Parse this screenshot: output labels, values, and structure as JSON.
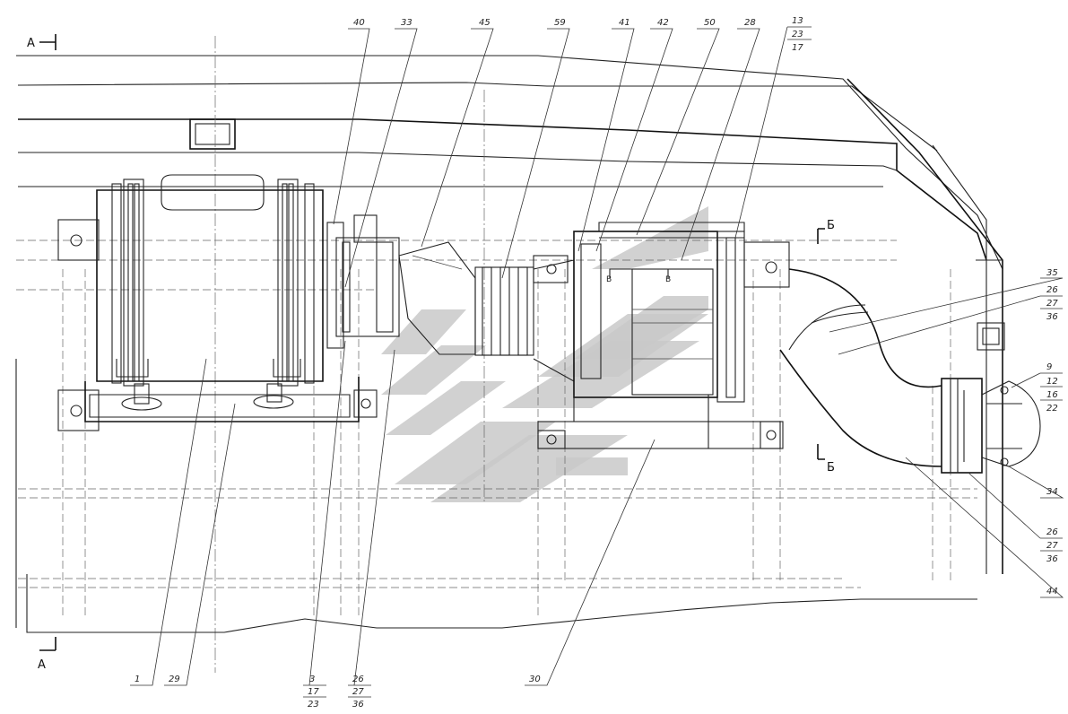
{
  "section_marks": {
    "top_left": "А",
    "bottom_left": "А",
    "right_top": "Б",
    "right_bottom": "Б",
    "detail_b1": "В",
    "detail_b2": "В"
  },
  "callouts_top": [
    "40",
    "33",
    "45",
    "59",
    "41",
    "42",
    "50",
    "28"
  ],
  "callout_top_stack": [
    "13",
    "23",
    "17"
  ],
  "callouts_right": [
    {
      "id": "r1",
      "items": [
        "35"
      ]
    },
    {
      "id": "r2",
      "items": [
        "26",
        "27",
        "36"
      ]
    },
    {
      "id": "r3",
      "items": [
        "9",
        "12",
        "16",
        "22"
      ]
    },
    {
      "id": "r4",
      "items": [
        "34"
      ]
    },
    {
      "id": "r5",
      "items": [
        "26",
        "27",
        "36"
      ]
    },
    {
      "id": "r6",
      "items": [
        "44"
      ]
    }
  ],
  "callouts_bottom": [
    {
      "id": "b1",
      "items": [
        "1"
      ]
    },
    {
      "id": "b2",
      "items": [
        "29"
      ]
    },
    {
      "id": "b3",
      "items": [
        "3",
        "17",
        "23"
      ]
    },
    {
      "id": "b4",
      "items": [
        "26",
        "27",
        "36"
      ]
    },
    {
      "id": "b5",
      "items": [
        "30"
      ]
    }
  ]
}
